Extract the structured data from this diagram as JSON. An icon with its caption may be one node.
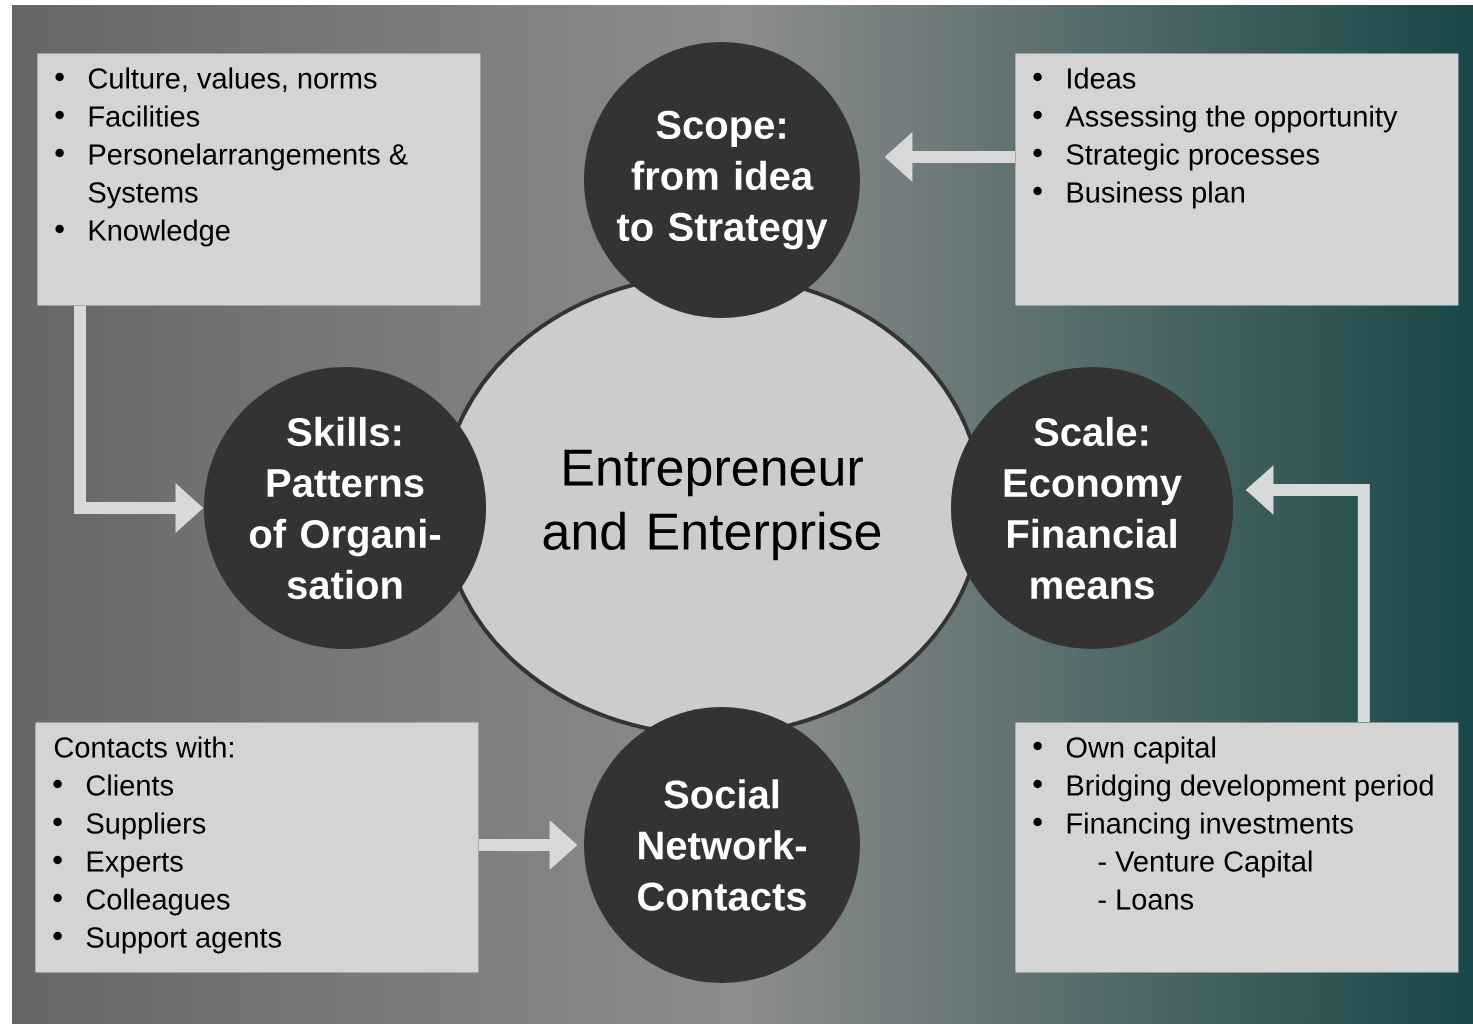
{
  "diagram": {
    "nodes": [
      {
        "text": [
          "Entrepreneur and Enterprise"
        ]
      },
      {
        "text": [
          "Scope: from idea to Strategy"
        ]
      },
      {
        "text": [
          "Skills: Patterns of Organi- sation"
        ]
      },
      {
        "text": [
          "Scale: Economy Financial means"
        ]
      },
      {
        "text": [
          "Social Network- Contacts"
        ]
      },
      {
        "text": [
          "Culture, values, norms",
          "Facilities",
          "Personelarrangements & Systems",
          "Knowledge"
        ]
      },
      {
        "text": [
          "Ideas",
          "Assessing the opportunity",
          "Strategic processes",
          "Business plan"
        ]
      },
      {
        "text": [
          "Contacts with:",
          "Clients",
          "Suppliers",
          "Experts",
          "Colleagues",
          "Support agents"
        ]
      },
      {
        "text": [
          "Own capital",
          "Bridging development period",
          "Financing  investments",
          "- Venture Capital",
          "- Loans"
        ]
      }
    ],
    "edges": [
      {
        "from": 5,
        "to": 2,
        "arrow": "to"
      },
      {
        "from": 6,
        "to": 1,
        "arrow": "to"
      },
      {
        "from": 7,
        "to": 4,
        "arrow": "to"
      },
      {
        "from": 8,
        "to": 3,
        "arrow": "to"
      }
    ]
  }
}
